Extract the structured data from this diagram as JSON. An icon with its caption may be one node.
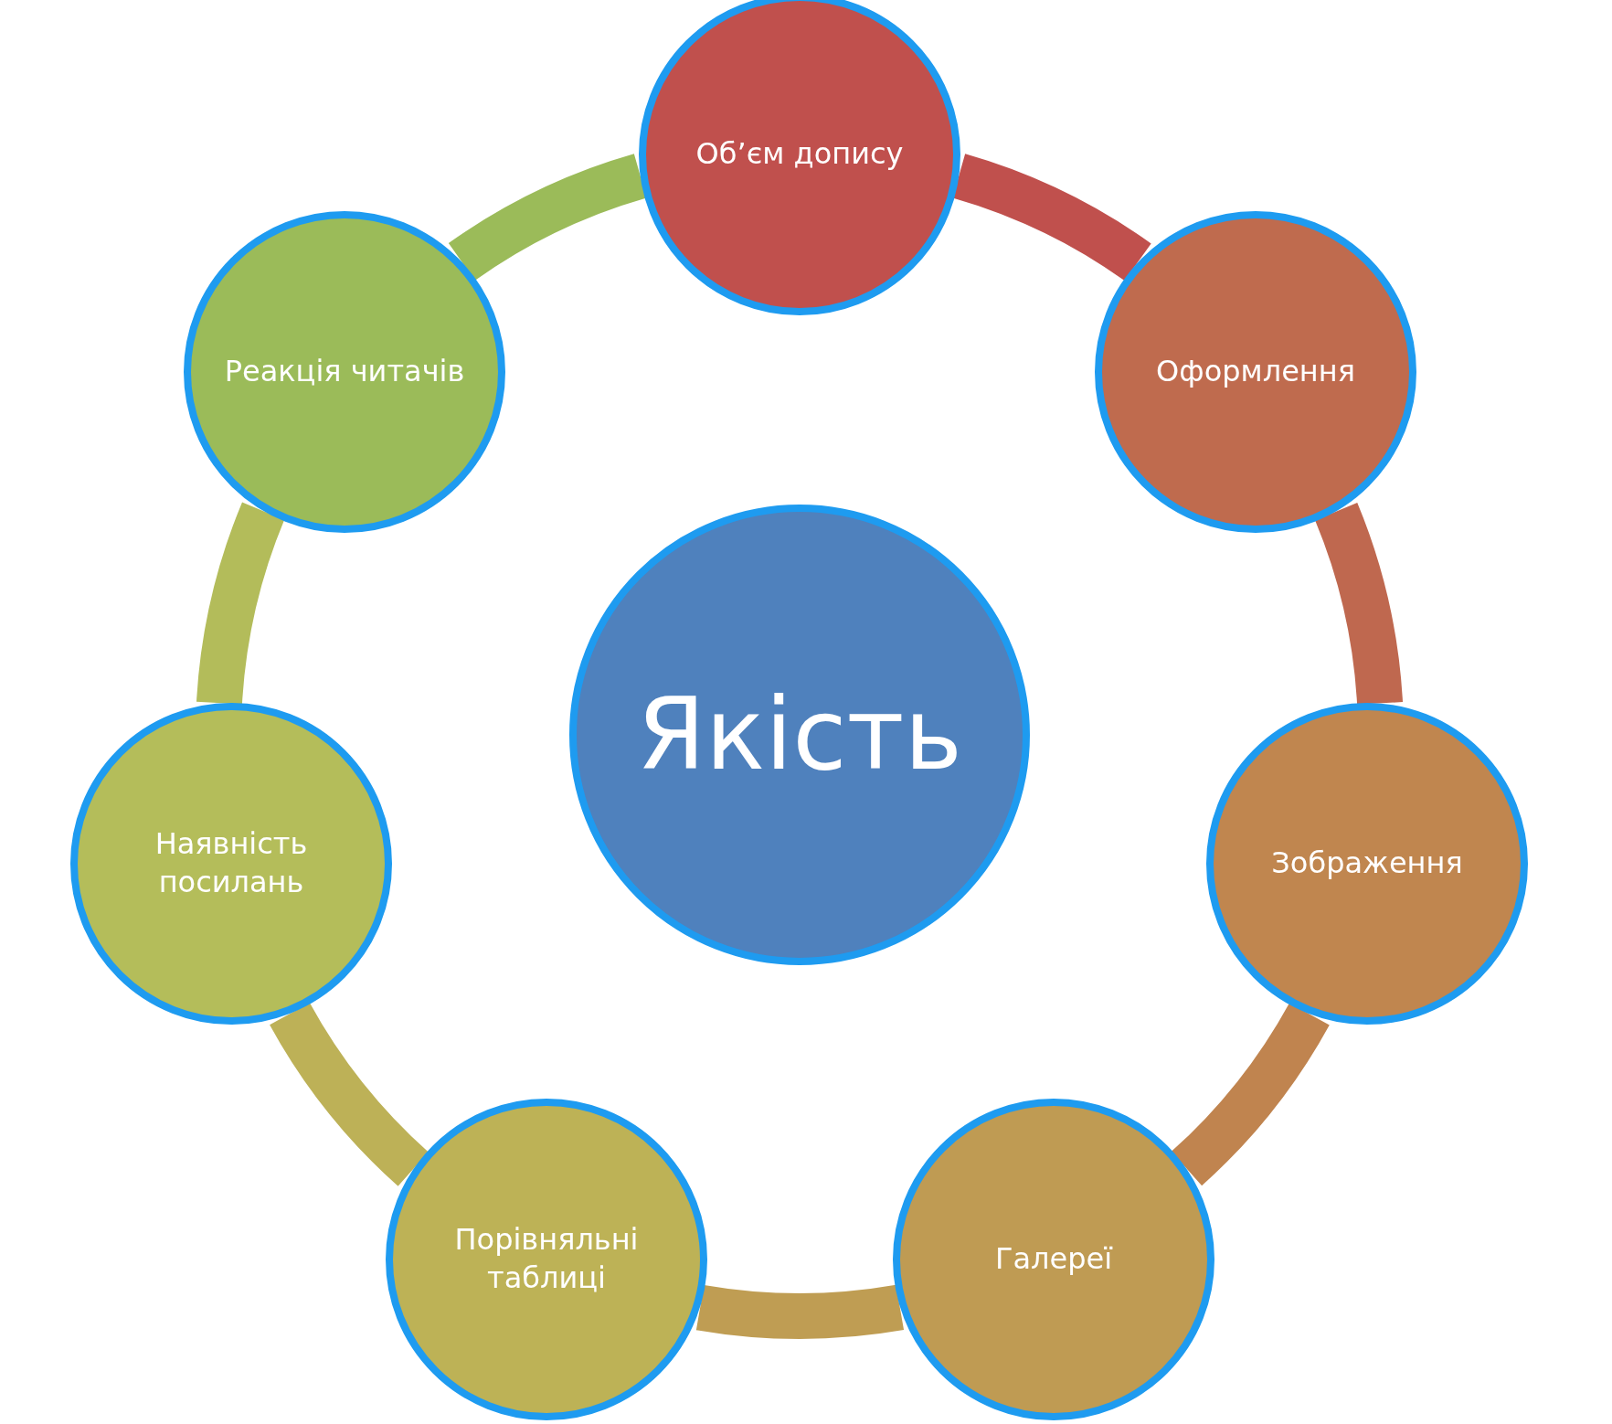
{
  "diagram": {
    "nodes": [
      {
        "text": [
          "Якість"
        ]
      },
      {
        "text": [
          "Об’єм допису"
        ]
      },
      {
        "text": [
          "Оформлення"
        ]
      },
      {
        "text": [
          "Зображення"
        ]
      },
      {
        "text": [
          "Галереї"
        ]
      },
      {
        "text": [
          "Порівняльні таблиці"
        ]
      },
      {
        "text": [
          "Наявність посилань"
        ]
      },
      {
        "text": [
          "Реакція читачів"
        ]
      }
    ],
    "edges": [
      {
        "from": 1,
        "to": 2,
        "arrow": "none",
        "color": "#c0504d"
      },
      {
        "from": 2,
        "to": 3,
        "arrow": "none",
        "color": "#bf684f"
      },
      {
        "from": 3,
        "to": 4,
        "arrow": "none",
        "color": "#c0844f"
      },
      {
        "from": 4,
        "to": 5,
        "arrow": "none",
        "color": "#bf9d53"
      },
      {
        "from": 5,
        "to": 6,
        "arrow": "none",
        "color": "#bdb157"
      },
      {
        "from": 6,
        "to": 7,
        "arrow": "none",
        "color": "#b3bc5a"
      },
      {
        "from": 7,
        "to": 1,
        "arrow": "none",
        "color": "#9bbb59"
      }
    ]
  }
}
